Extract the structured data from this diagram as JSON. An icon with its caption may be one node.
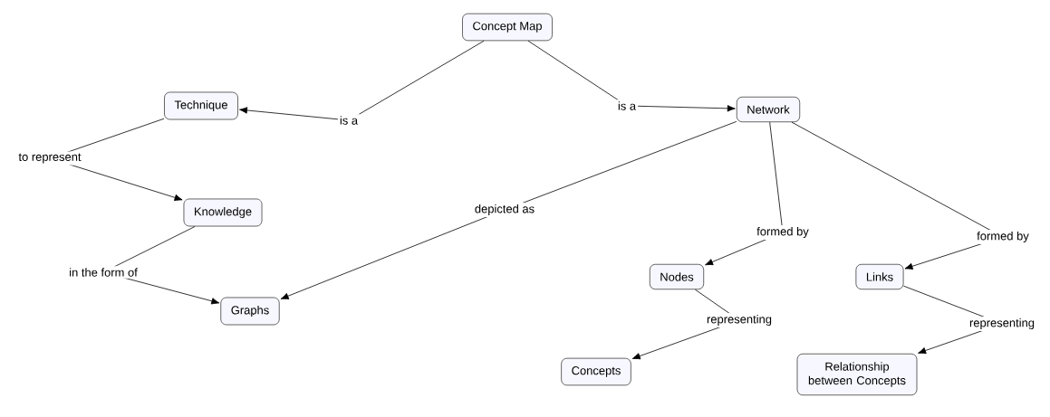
{
  "diagram": {
    "nodes": [
      {
        "text": [
          "Concept Map"
        ]
      },
      {
        "text": [
          "Technique"
        ]
      },
      {
        "text": [
          "Network"
        ]
      },
      {
        "text": [
          "Knowledge"
        ]
      },
      {
        "text": [
          "Graphs"
        ]
      },
      {
        "text": [
          "Nodes"
        ]
      },
      {
        "text": [
          "Links"
        ]
      },
      {
        "text": [
          "Concepts"
        ]
      },
      {
        "text": [
          "Relationship between Concepts"
        ]
      }
    ],
    "edges": [
      {
        "from": 0,
        "to": 1,
        "arrow": "to",
        "label": "is a"
      },
      {
        "from": 0,
        "to": 2,
        "arrow": "to",
        "label": "is a"
      },
      {
        "from": 1,
        "to": 3,
        "arrow": "to",
        "label": "to represent"
      },
      {
        "from": 3,
        "to": 4,
        "arrow": "to",
        "label": "in the form of"
      },
      {
        "from": 2,
        "to": 4,
        "arrow": "to",
        "label": "depicted as"
      },
      {
        "from": 2,
        "to": 5,
        "arrow": "to",
        "label": "formed by"
      },
      {
        "from": 2,
        "to": 6,
        "arrow": "to",
        "label": "formed by"
      },
      {
        "from": 5,
        "to": 7,
        "arrow": "to",
        "label": "representing"
      },
      {
        "from": 6,
        "to": 8,
        "arrow": "to",
        "label": "representing"
      }
    ]
  }
}
